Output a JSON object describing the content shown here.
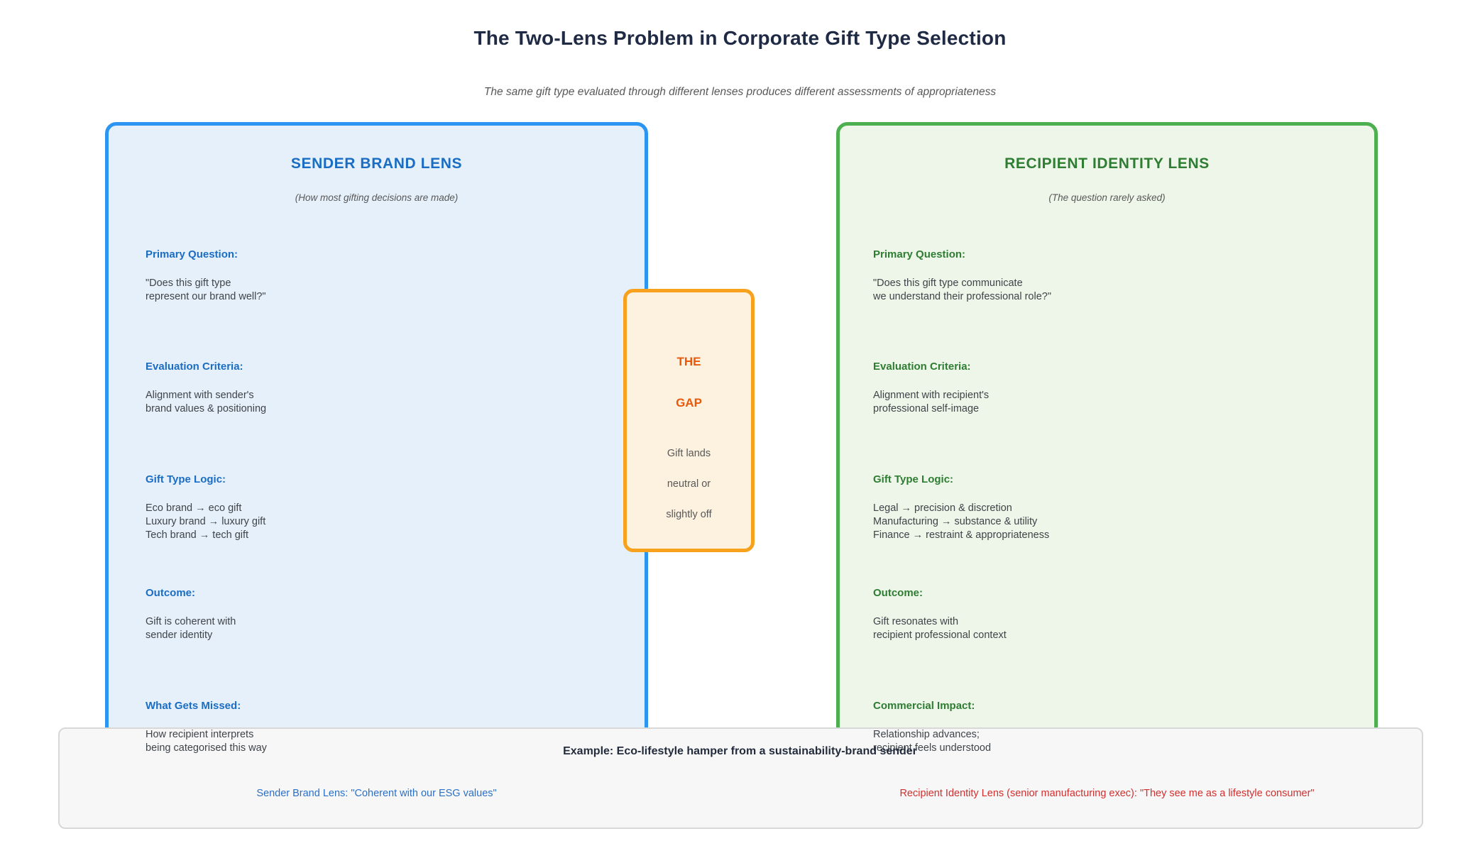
{
  "title": "The Two-Lens Problem in Corporate Gift Type Selection",
  "subtitle": "The same gift type evaluated through different lenses produces different assessments of appropriateness",
  "left_lens": {
    "title": "SENDER BRAND LENS",
    "subtitle": "(How most gifting decisions are made)",
    "sections": [
      {
        "heading": "Primary Question:",
        "body": "\"Does this gift type\nrepresent our brand well?\""
      },
      {
        "heading": "Evaluation Criteria:",
        "body": "Alignment with sender's\nbrand values & positioning"
      },
      {
        "heading": "Gift Type Logic:",
        "body": "Eco brand → eco gift\nLuxury brand → luxury gift\nTech brand → tech gift"
      },
      {
        "heading": "Outcome:",
        "body": "Gift is coherent with\nsender identity"
      },
      {
        "heading": "What Gets Missed:",
        "body": "How recipient interprets\nbeing categorised this way"
      }
    ]
  },
  "right_lens": {
    "title": "RECIPIENT IDENTITY LENS",
    "subtitle": "(The question rarely asked)",
    "sections": [
      {
        "heading": "Primary Question:",
        "body": "\"Does this gift type communicate\nwe understand their professional role?\""
      },
      {
        "heading": "Evaluation Criteria:",
        "body": "Alignment with recipient's\nprofessional self-image"
      },
      {
        "heading": "Gift Type Logic:",
        "body": "Legal → precision & discretion\nManufacturing → substance & utility\nFinance → restraint & appropriateness"
      },
      {
        "heading": "Outcome:",
        "body": "Gift resonates with\nrecipient professional context"
      },
      {
        "heading": "Commercial Impact:",
        "body": "Relationship advances;\nrecipient feels understood"
      }
    ]
  },
  "gap_box": {
    "title_line1": "THE",
    "title_line2": "GAP",
    "body_lines": [
      "Gift lands",
      "neutral or",
      "slightly off"
    ]
  },
  "example": {
    "title": "Example: Eco-lifestyle hamper from a sustainability-brand sender",
    "sender_view": "Sender Brand Lens: \"Coherent with our ESG values\"",
    "recipient_view": "Recipient Identity Lens (senior manufacturing exec): \"They see me as a lifestyle consumer\""
  },
  "colors": {
    "title_text": "#1f2a44",
    "sender_accent": "#1a6dc2",
    "sender_border": "#2b95f1",
    "sender_bg": "#e6f0fa",
    "recipient_accent": "#2e7d32",
    "recipient_border": "#4caf50",
    "recipient_bg": "#edf6e9",
    "gap_accent": "#e8590c",
    "gap_border": "#f7a11c",
    "gap_bg": "#fdf2e0",
    "example_bg": "#f7f7f7",
    "example_border": "#d8d8d8",
    "example_sender_text": "#2b70c8",
    "example_recipient_text": "#d32f2f",
    "body_text": "#3f4449"
  }
}
